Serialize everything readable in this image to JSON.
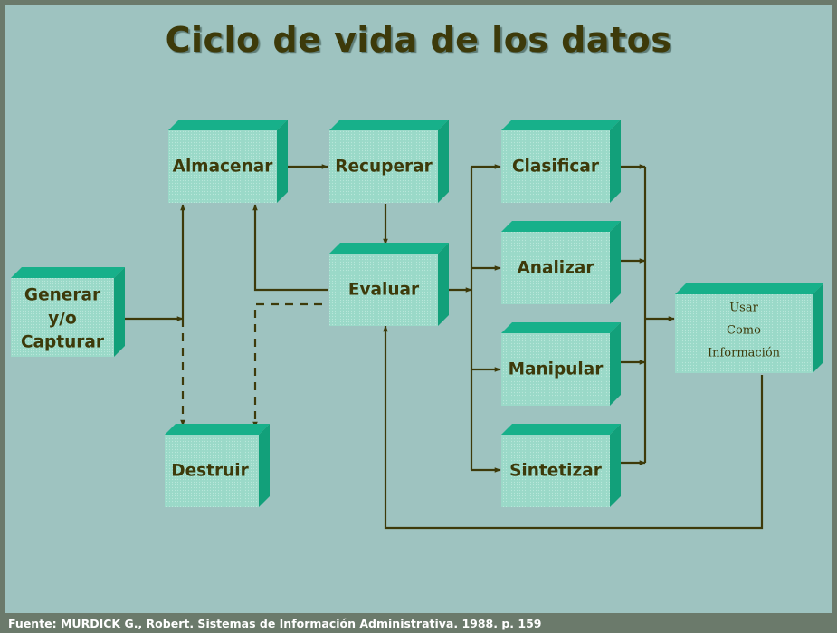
{
  "title": "Ciclo de vida de los datos",
  "footer": "Fuente: MURDICK G., Robert. Sistemas de Información Administrativa. 1988. p. 159",
  "nodes": {
    "almacenar": "Almacenar",
    "recuperar": "Recuperar",
    "generar": [
      "Generar",
      "y/o",
      "Capturar"
    ],
    "evaluar": "Evaluar",
    "destruir": "Destruir",
    "clasificar": "Clasificar",
    "analizar": "Analizar",
    "manipular": "Manipular",
    "sintetizar": "Sintetizar",
    "usar": [
      "Usar",
      "Como",
      "Información"
    ]
  },
  "colors": {
    "box_front": "#9ad9c8",
    "box_side": "#12a07a",
    "box_top": "#17b08a",
    "line": "#3d3a0a",
    "background": "#9ec3c0"
  }
}
